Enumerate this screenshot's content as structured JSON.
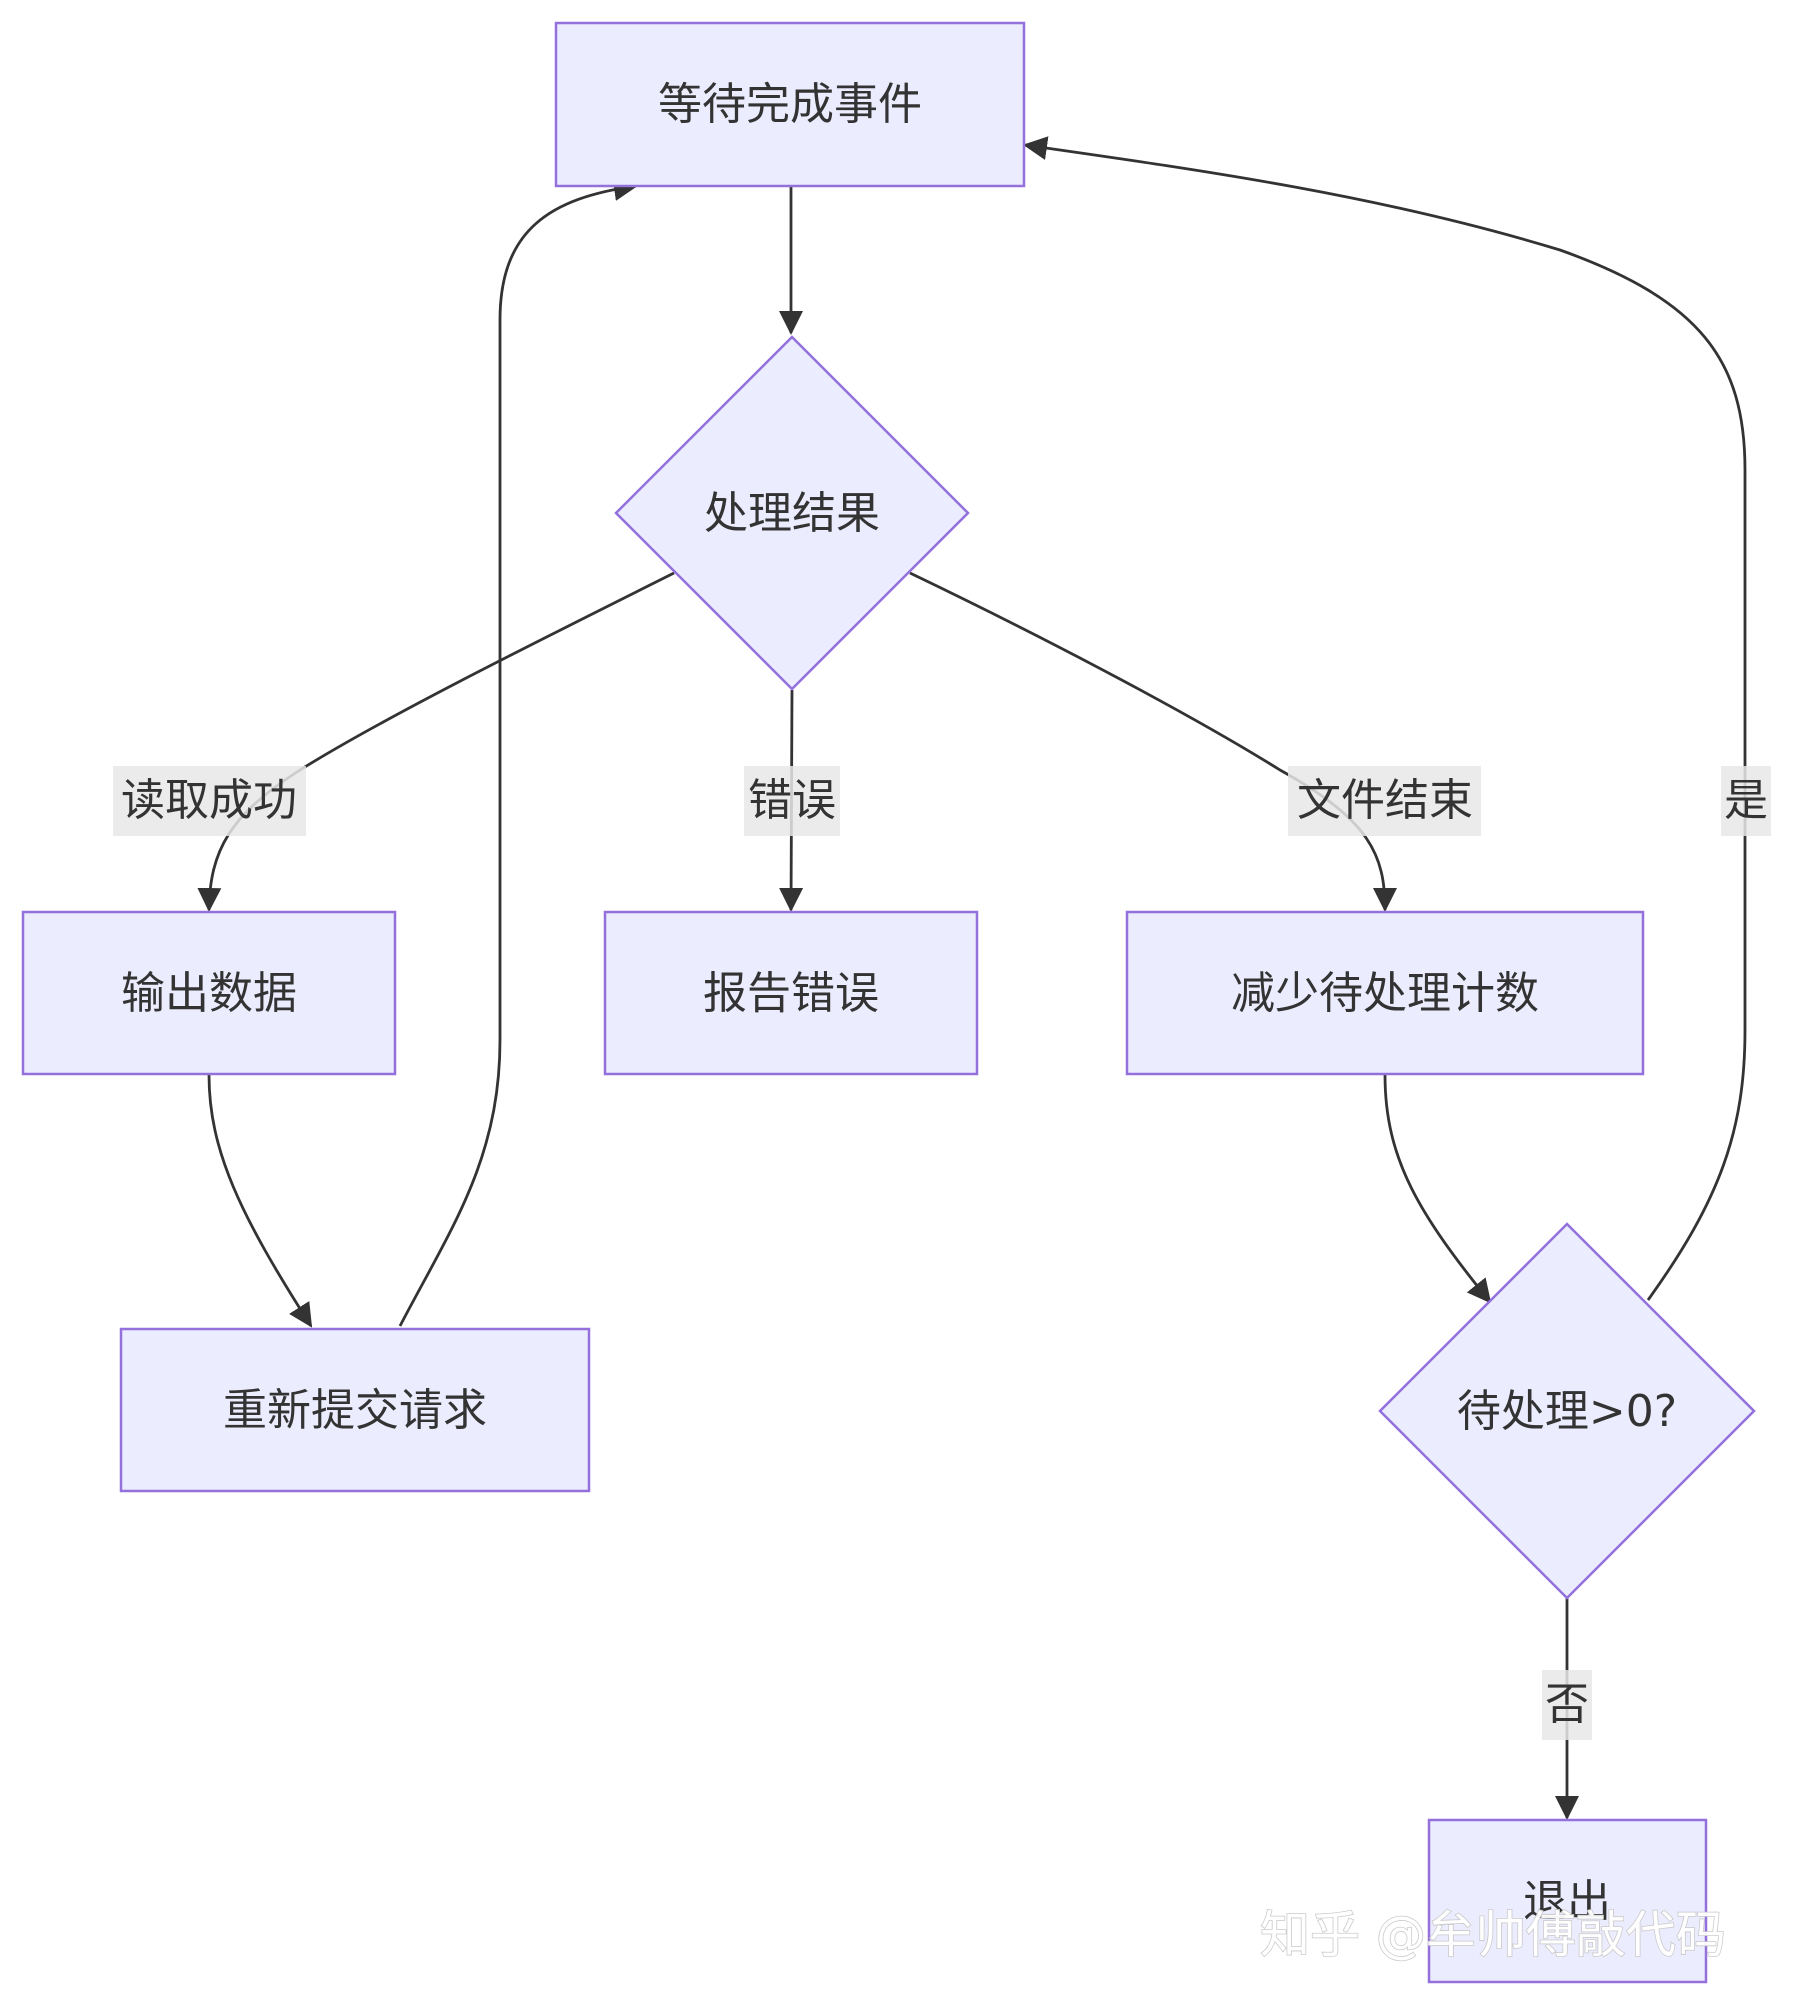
{
  "nodes": {
    "wait_event": "等待完成事件",
    "process_result": "处理结果",
    "output_data": "输出数据",
    "report_error": "报告错误",
    "decrement_pending": "减少待处理计数",
    "resubmit_request": "重新提交请求",
    "pending_check": "待处理>0?",
    "exit": "退出"
  },
  "edge_labels": {
    "read_success": "读取成功",
    "error": "错误",
    "file_end": "文件结束",
    "yes": "是",
    "no": "否"
  },
  "colors": {
    "node_fill": "#ECECFF",
    "node_stroke": "#9370DB",
    "edge": "#333333",
    "label_bg": "#E8E8E8"
  },
  "watermark": "知乎 @牟帅傅敲代码"
}
